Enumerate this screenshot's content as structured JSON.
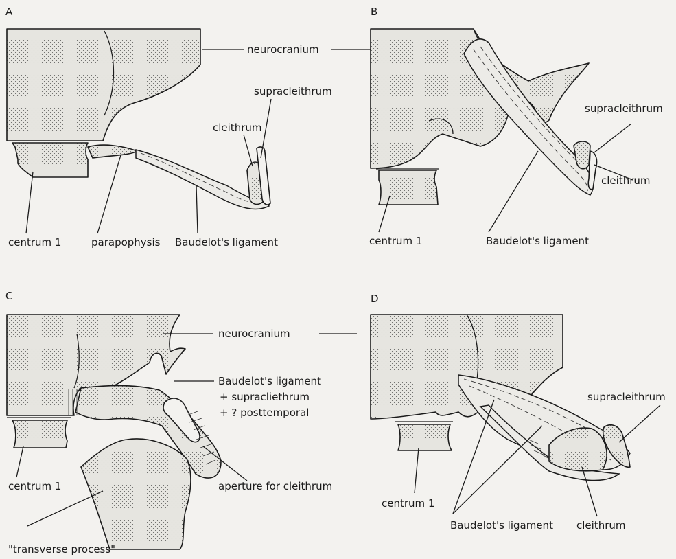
{
  "panels": {
    "a": {
      "letter": "A",
      "neurocranium": "neurocranium",
      "supracleithrum": "supracleithrum",
      "cleithrum": "cleithrum",
      "centrum": "centrum 1",
      "parapophysis": "parapophysis",
      "ligament": "Baudelot's ligament"
    },
    "b": {
      "letter": "B",
      "supracleithrum": "supracleithrum",
      "cleithrum": "cleithrum",
      "centrum": "centrum 1",
      "ligament": "Baudelot's ligament"
    },
    "c": {
      "letter": "C",
      "neurocranium": "neurocranium",
      "ligament_line1": "Baudelot's ligament",
      "ligament_line2": "+ supracliethrum",
      "ligament_line3": "+ ? posttemporal",
      "centrum": "centrum 1",
      "aperture": "aperture for cleithrum",
      "transverse": "\"transverse process\""
    },
    "d": {
      "letter": "D",
      "supracleithrum": "supracleithrum",
      "centrum": "centrum 1",
      "ligament": "Baudelot's ligament",
      "cleithrum": "cleithrum"
    }
  }
}
